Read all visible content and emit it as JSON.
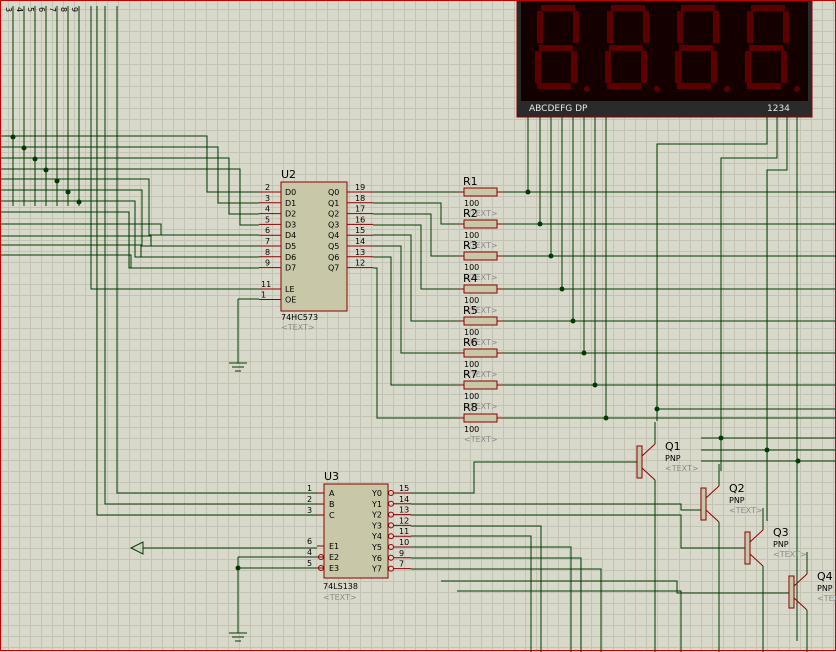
{
  "top_nets": [
    "3",
    "4",
    "5",
    "6",
    "7",
    "8",
    "9"
  ],
  "display": {
    "segments_label": "ABCDEFG  DP",
    "digits_label": "1234",
    "color": "#a00000"
  },
  "latch": {
    "ref": "U2",
    "part": "74HC573",
    "text": "<TEXT>",
    "in_pins": [
      {
        "n": "2",
        "name": "D0"
      },
      {
        "n": "3",
        "name": "D1"
      },
      {
        "n": "4",
        "name": "D2"
      },
      {
        "n": "5",
        "name": "D3"
      },
      {
        "n": "6",
        "name": "D4"
      },
      {
        "n": "7",
        "name": "D5"
      },
      {
        "n": "8",
        "name": "D6"
      },
      {
        "n": "9",
        "name": "D7"
      }
    ],
    "out_pins": [
      {
        "n": "19",
        "name": "Q0"
      },
      {
        "n": "18",
        "name": "Q1"
      },
      {
        "n": "17",
        "name": "Q2"
      },
      {
        "n": "16",
        "name": "Q3"
      },
      {
        "n": "15",
        "name": "Q4"
      },
      {
        "n": "14",
        "name": "Q5"
      },
      {
        "n": "13",
        "name": "Q6"
      },
      {
        "n": "12",
        "name": "Q7"
      }
    ],
    "ctrl_pins": [
      {
        "n": "11",
        "name": "LE"
      },
      {
        "n": "1",
        "name": "OE"
      }
    ]
  },
  "resistors": [
    {
      "ref": "R1",
      "value": "100",
      "text": "<TEXT>"
    },
    {
      "ref": "R2",
      "value": "100",
      "text": "<TEXT>"
    },
    {
      "ref": "R3",
      "value": "100",
      "text": "<TEXT>"
    },
    {
      "ref": "R4",
      "value": "100",
      "text": "<TEXT>"
    },
    {
      "ref": "R5",
      "value": "100",
      "text": "<TEXT>"
    },
    {
      "ref": "R6",
      "value": "100",
      "text": "<TEXT>"
    },
    {
      "ref": "R7",
      "value": "100",
      "text": "<TEXT>"
    },
    {
      "ref": "R8",
      "value": "100",
      "text": "<TEXT>"
    }
  ],
  "decoder": {
    "ref": "U3",
    "part": "74LS138",
    "text": "<TEXT>",
    "in_pins": [
      {
        "n": "1",
        "name": "A"
      },
      {
        "n": "2",
        "name": "B"
      },
      {
        "n": "3",
        "name": "C"
      },
      {
        "n": "6",
        "name": "E1"
      },
      {
        "n": "4",
        "name": "E2"
      },
      {
        "n": "5",
        "name": "E3"
      }
    ],
    "out_pins": [
      {
        "n": "15",
        "name": "Y0"
      },
      {
        "n": "14",
        "name": "Y1"
      },
      {
        "n": "13",
        "name": "Y2"
      },
      {
        "n": "12",
        "name": "Y3"
      },
      {
        "n": "11",
        "name": "Y4"
      },
      {
        "n": "10",
        "name": "Y5"
      },
      {
        "n": "9",
        "name": "Y6"
      },
      {
        "n": "7",
        "name": "Y7"
      }
    ]
  },
  "transistors": [
    {
      "ref": "Q1",
      "type": "PNP",
      "text": "<TEXT>"
    },
    {
      "ref": "Q2",
      "type": "PNP",
      "text": "<TEXT>"
    },
    {
      "ref": "Q3",
      "type": "PNP",
      "text": "<TEXT>"
    },
    {
      "ref": "Q4",
      "type": "PNP",
      "text": "<TEXT>"
    }
  ]
}
